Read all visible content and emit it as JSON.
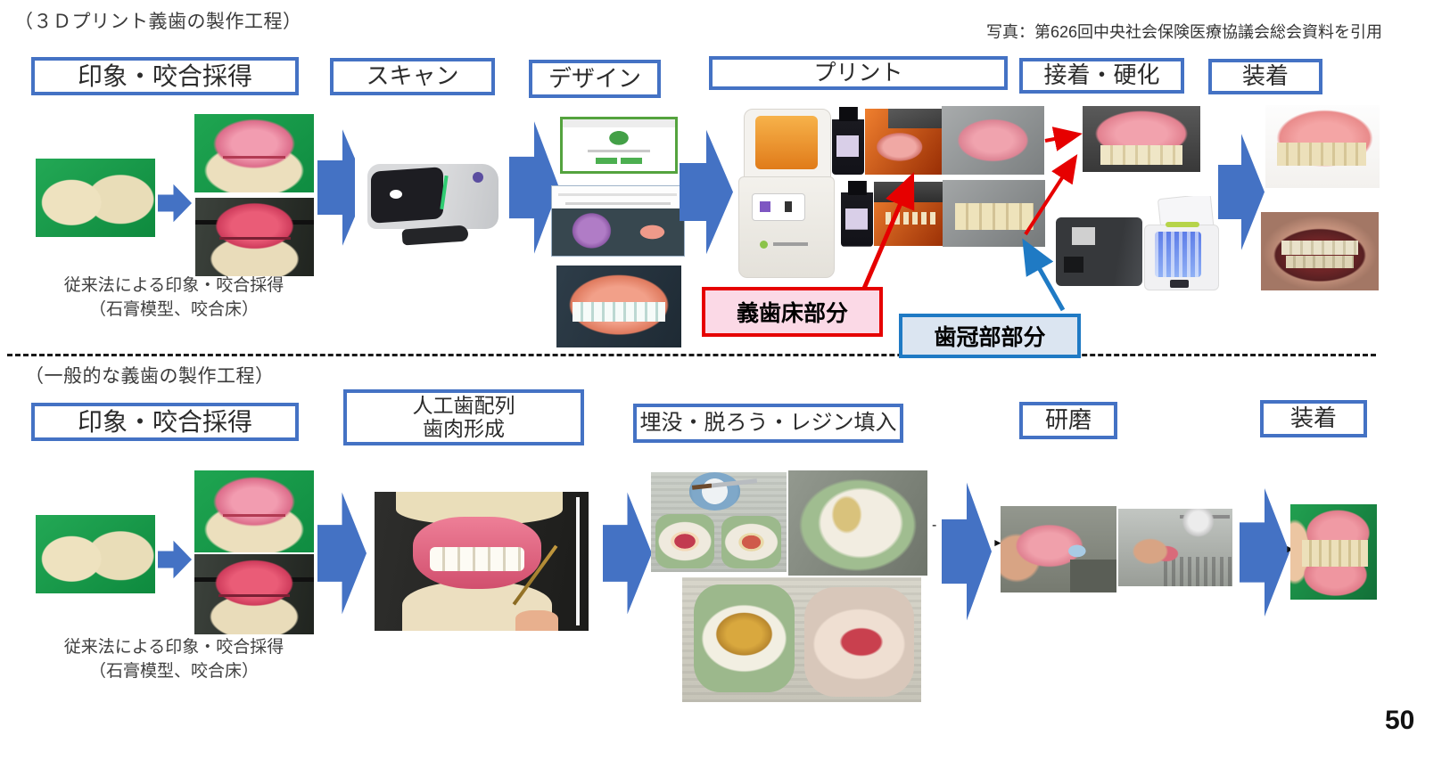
{
  "source_note": "写真：第626回中央社会保険医療協議会総会資料を引用",
  "top_section": {
    "title": "（３Ｄプリント義歯の製作工程）",
    "steps": [
      "印象・咬合採得",
      "スキャン",
      "デザイン",
      "プリント",
      "接着・硬化",
      "装着"
    ],
    "labels": {
      "denture_base": "義歯床部分",
      "crown": "歯冠部部分"
    }
  },
  "bottom_section": {
    "title": "（一般的な義歯の製作工程）",
    "steps": [
      "印象・咬合採得",
      "人工歯配列",
      "埋没・脱ろう・レジン填入",
      "研磨",
      "装着"
    ],
    "step2_line2": "歯肉形成"
  },
  "caption": {
    "line1": "従来法による印象・咬合採得",
    "line2": "（石膏模型、咬合床）"
  },
  "marks": {
    "dash": "-",
    "pointer": "►"
  },
  "page_number": "50",
  "colors": {
    "accent_blue": "#4472c4",
    "callout_red": "#e60000",
    "callout_blue": "#1f7ac4",
    "label_pink_bg": "#fbd9e6",
    "label_blue_bg": "#dbe5f1"
  }
}
